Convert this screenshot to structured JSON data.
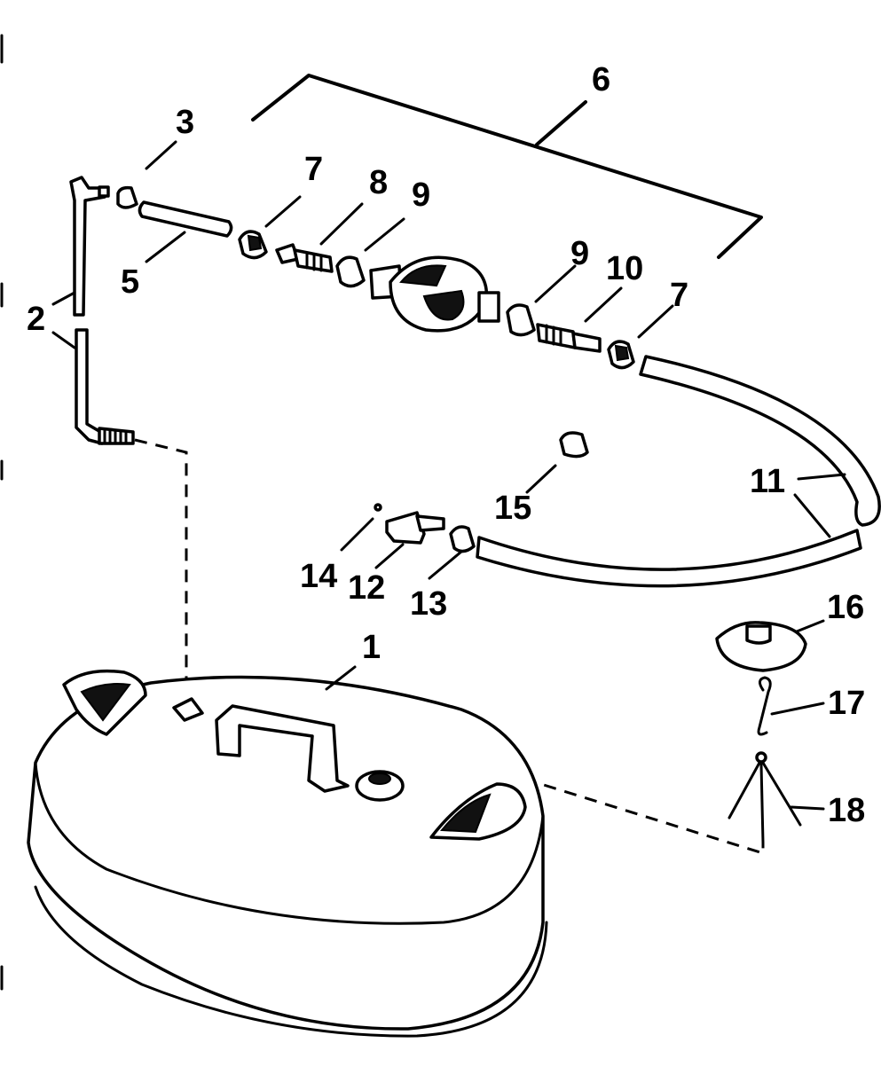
{
  "callouts": [
    {
      "id": "1",
      "text": "1"
    },
    {
      "id": "2",
      "text": "2"
    },
    {
      "id": "3",
      "text": "3"
    },
    {
      "id": "5",
      "text": "5"
    },
    {
      "id": "6",
      "text": "6"
    },
    {
      "id": "7a",
      "text": "7"
    },
    {
      "id": "7b",
      "text": "7"
    },
    {
      "id": "8",
      "text": "8"
    },
    {
      "id": "9a",
      "text": "9"
    },
    {
      "id": "9b",
      "text": "9"
    },
    {
      "id": "10",
      "text": "10"
    },
    {
      "id": "11",
      "text": "11"
    },
    {
      "id": "12",
      "text": "12"
    },
    {
      "id": "13",
      "text": "13"
    },
    {
      "id": "14",
      "text": "14"
    },
    {
      "id": "15",
      "text": "15"
    },
    {
      "id": "16",
      "text": "16"
    },
    {
      "id": "17",
      "text": "17"
    },
    {
      "id": "18",
      "text": "18"
    }
  ]
}
